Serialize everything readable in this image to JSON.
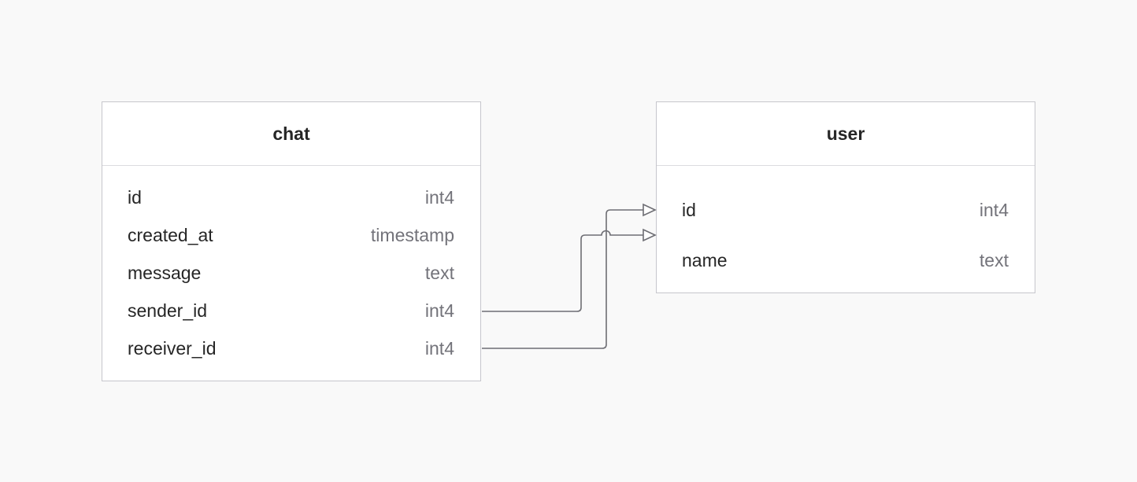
{
  "tables": [
    {
      "name": "chat",
      "columns": [
        {
          "name": "id",
          "type": "int4"
        },
        {
          "name": "created_at",
          "type": "timestamp"
        },
        {
          "name": "message",
          "type": "text"
        },
        {
          "name": "sender_id",
          "type": "int4"
        },
        {
          "name": "receiver_id",
          "type": "int4"
        }
      ]
    },
    {
      "name": "user",
      "columns": [
        {
          "name": "id",
          "type": "int4"
        },
        {
          "name": "name",
          "type": "text"
        }
      ]
    }
  ],
  "relations": [
    {
      "from": "chat.sender_id",
      "to": "user.id"
    },
    {
      "from": "chat.receiver_id",
      "to": "user.id"
    }
  ],
  "colors": {
    "background": "#f9f9f9",
    "card": "#ffffff",
    "border": "#c6c6cc",
    "line": "#6e6e74",
    "column_name": "#262626",
    "column_type": "#73737a"
  }
}
